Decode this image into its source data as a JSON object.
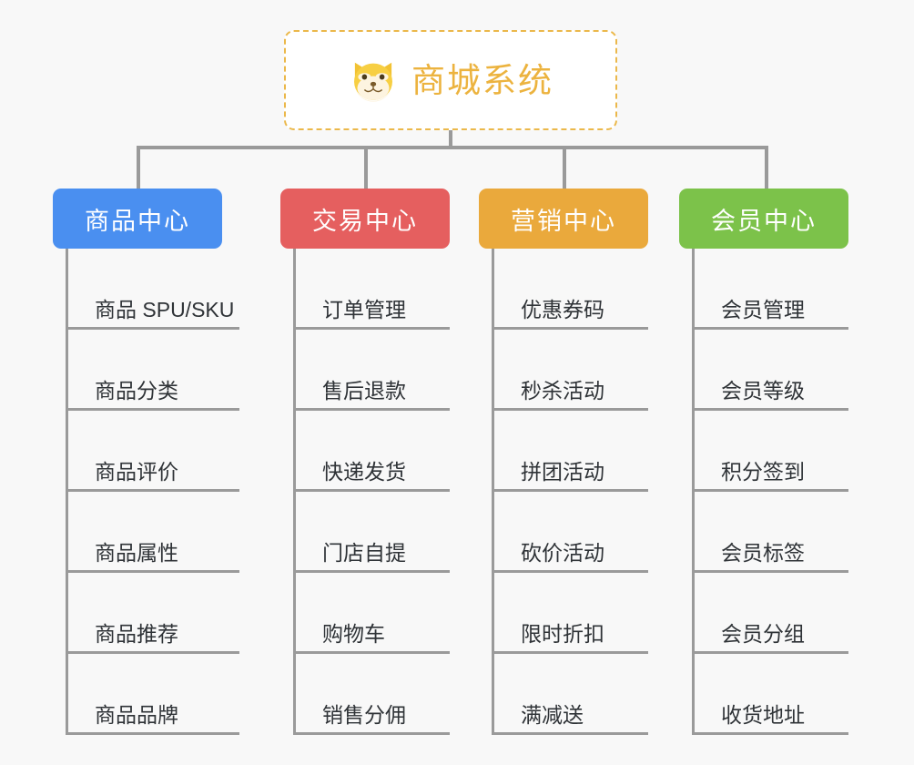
{
  "background_color": "#f8f8f8",
  "root": {
    "title": "商城系统",
    "icon": "dog-face-icon",
    "border_color": "#ebb84b",
    "text_color": "#ecb33f"
  },
  "branches": [
    {
      "label": "商品中心",
      "color": "#4a8ff0",
      "leaves": [
        {
          "label": "商品 SPU/SKU"
        },
        {
          "label": "商品分类"
        },
        {
          "label": "商品评价"
        },
        {
          "label": "商品属性"
        },
        {
          "label": "商品推荐"
        },
        {
          "label": "商品品牌"
        }
      ]
    },
    {
      "label": "交易中心",
      "color": "#e55f5f",
      "leaves": [
        {
          "label": "订单管理"
        },
        {
          "label": "售后退款"
        },
        {
          "label": "快递发货"
        },
        {
          "label": "门店自提"
        },
        {
          "label": "购物车"
        },
        {
          "label": "销售分佣"
        }
      ]
    },
    {
      "label": "营销中心",
      "color": "#eaa93c",
      "leaves": [
        {
          "label": "优惠券码"
        },
        {
          "label": "秒杀活动"
        },
        {
          "label": "拼团活动"
        },
        {
          "label": "砍价活动"
        },
        {
          "label": "限时折扣"
        },
        {
          "label": "满减送"
        }
      ]
    },
    {
      "label": "会员中心",
      "color": "#7cc24a",
      "leaves": [
        {
          "label": "会员管理"
        },
        {
          "label": "会员等级"
        },
        {
          "label": "积分签到"
        },
        {
          "label": "会员标签"
        },
        {
          "label": "会员分组"
        },
        {
          "label": "收货地址"
        }
      ]
    }
  ],
  "connector_color": "#9a9a9a"
}
